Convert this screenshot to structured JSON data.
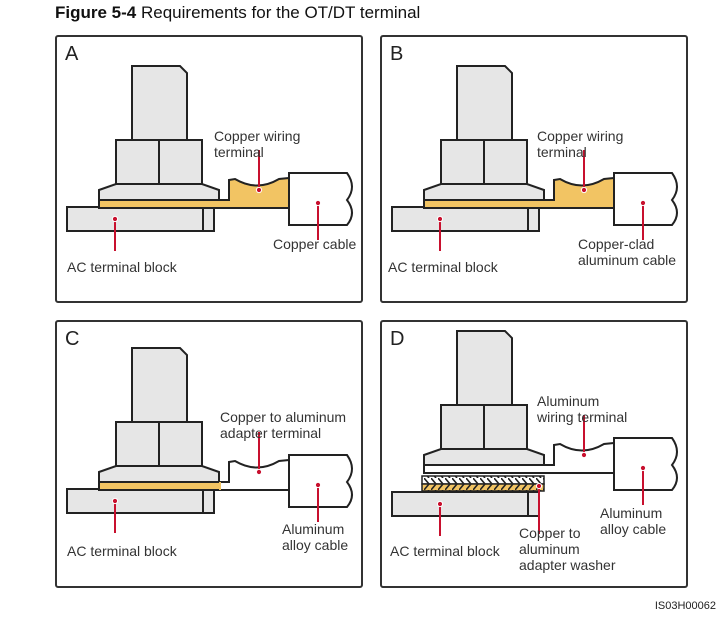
{
  "figure": {
    "number": "Figure 5-4",
    "caption": "Requirements for the OT/DT terminal",
    "code": "IS03H00062"
  },
  "colors": {
    "copper": "#f2c463",
    "metal_gray": "#e6e6e6",
    "outline": "#222222",
    "leader_red": "#c8102e"
  },
  "panels": [
    {
      "id": "A",
      "terminal_material": "copper",
      "labels": {
        "terminal": [
          "Copper wiring",
          "terminal"
        ],
        "cable": [
          "Copper cable"
        ],
        "block": "AC terminal block"
      }
    },
    {
      "id": "B",
      "terminal_material": "copper",
      "labels": {
        "terminal": [
          "Copper wiring",
          "terminal"
        ],
        "cable": [
          "Copper-clad",
          "aluminum cable"
        ],
        "block": "AC terminal block"
      }
    },
    {
      "id": "C",
      "terminal_material": "copper-to-aluminum",
      "labels": {
        "terminal": [
          "Copper to aluminum",
          "adapter terminal"
        ],
        "cable": [
          "Aluminum",
          "alloy cable"
        ],
        "block": "AC terminal block"
      }
    },
    {
      "id": "D",
      "terminal_material": "aluminum",
      "labels": {
        "terminal": [
          "Aluminum",
          "wiring terminal"
        ],
        "cable": [
          "Aluminum",
          "alloy cable"
        ],
        "block": "AC terminal block",
        "washer": [
          "Copper to",
          "aluminum",
          "adapter washer"
        ]
      }
    }
  ]
}
